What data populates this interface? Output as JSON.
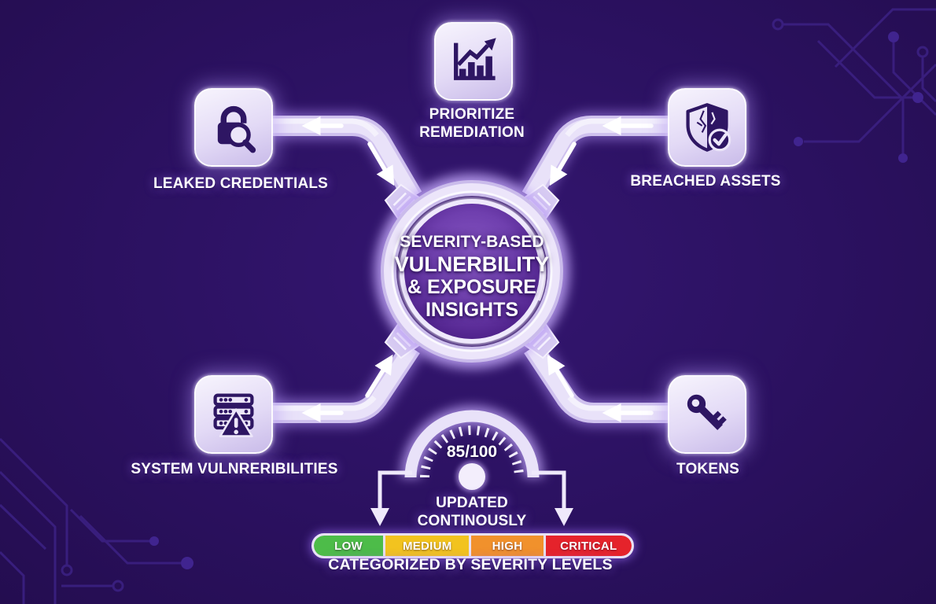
{
  "center_hub": {
    "line1": "SEVERITY-BASED",
    "line2": "VULNERBILITY",
    "line3": "& EXPOSURE",
    "line4": "INSIGHTS"
  },
  "nodes": {
    "top": {
      "icon": "growth-chart-icon",
      "line1": "PRIORITIZE",
      "line2": "REMEDIATION"
    },
    "top_left": {
      "icon": "lock-magnifier-icon",
      "label": "LEAKED CREDENTIALS"
    },
    "top_right": {
      "icon": "breached-shield-icon",
      "label": "BREACHED ASSETS"
    },
    "bottom_left": {
      "icon": "server-warning-icon",
      "label": "SYSTEM VULNRERIBILITIES"
    },
    "bottom_right": {
      "icon": "key-icon",
      "label": "TOKENS"
    }
  },
  "gauge": {
    "score": "85/100",
    "caption_line1": "UPDATED",
    "caption_line2": "CONTINOUSLY"
  },
  "severity_scale": {
    "levels": [
      {
        "label": "LOW",
        "color": "#4dbc49"
      },
      {
        "label": "MEDIUM",
        "color": "#f2c31f"
      },
      {
        "label": "HIGH",
        "color": "#f1912c"
      },
      {
        "label": "CRITICAL",
        "color": "#e5232b"
      }
    ],
    "caption": "CATEGORIZED BY SEVERITY LEVELS"
  },
  "colors": {
    "background": "#2b1160",
    "card": "#ece6f9",
    "icon_glyph": "#2e1663",
    "pipe": "#d9cdf2",
    "glow": "#b9a3ec"
  }
}
